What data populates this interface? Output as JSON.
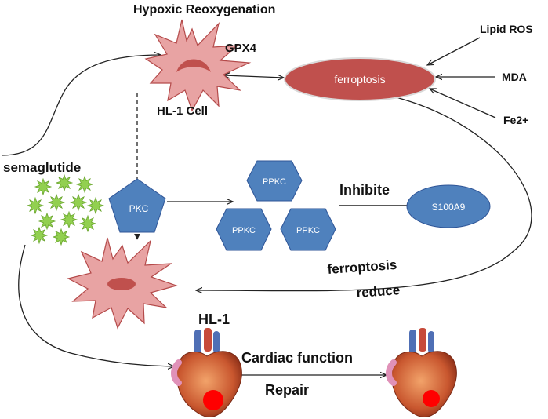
{
  "labels": {
    "hypoxic_reoxygenation": "Hypoxic Reoxygenation",
    "gpx4": "GPX4",
    "hl1_cell": "HL-1 Cell",
    "ferroptosis_node": "ferroptosis",
    "lipid_ros": "Lipid ROS",
    "mda": "MDA",
    "fe2": "Fe2+",
    "semaglutide": "semaglutide",
    "pkc": "PKC",
    "ppkc_top": "PPKC",
    "ppkc_left": "PPKC",
    "ppkc_right": "PPKC",
    "inhibite": "Inhibite",
    "s100a9": "S100A9",
    "ferroptosis_reduce_1": "ferroptosis",
    "ferroptosis_reduce_2": "reduce",
    "hl1": "HL-1",
    "cardiac_function": "Cardiac function",
    "repair": "Repair"
  },
  "colors": {
    "cell_fill": "#e8a3a3",
    "cell_stroke": "#b44a4a",
    "nucleus": "#c0504d",
    "ferroptosis_fill": "#c0504d",
    "blue_shape": "#4f81bd",
    "blue_stroke": "#2f5597",
    "drug_green": "#92d050",
    "heart_red": "#ff0000"
  },
  "icons": [
    "star-cell-icon",
    "heart-icon",
    "pill-cluster-icon"
  ]
}
